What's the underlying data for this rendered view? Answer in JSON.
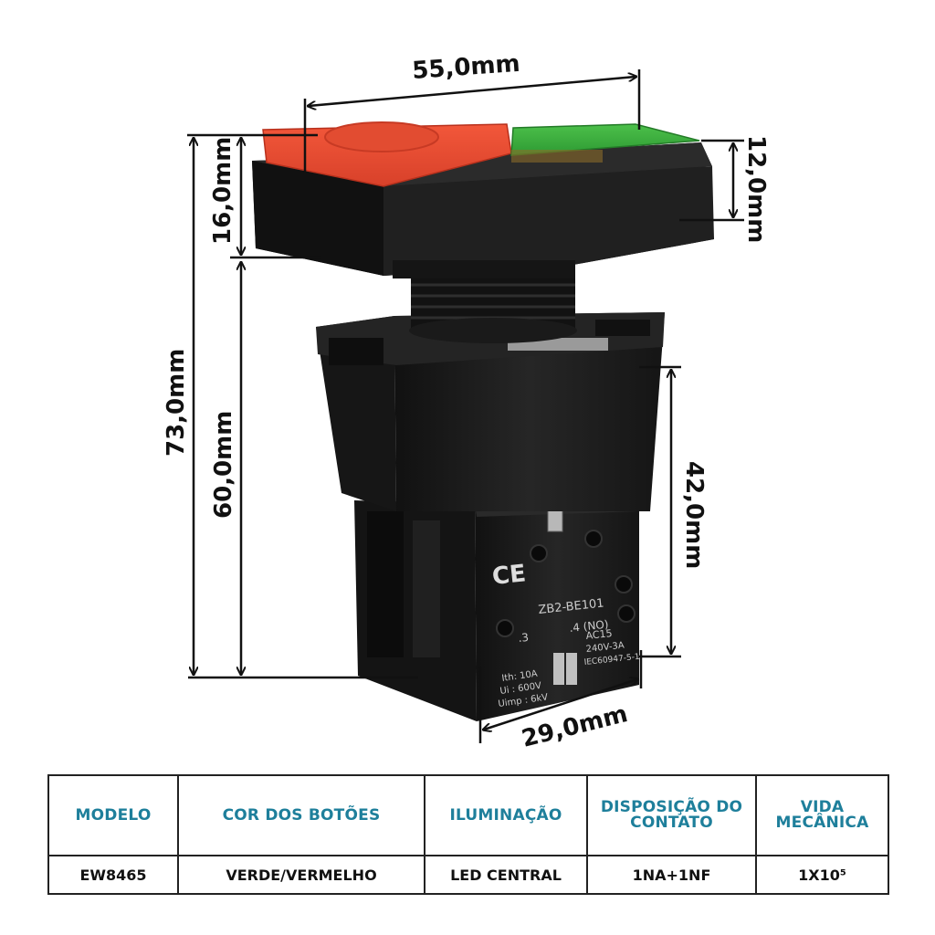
{
  "dimensions": {
    "width_top": "55,0mm",
    "green_height": "12,0mm",
    "head_height": "16,0mm",
    "total_height": "73,0mm",
    "body_height": "60,0mm",
    "block_height": "42,0mm",
    "block_width": "29,0mm"
  },
  "product_markings": {
    "ce": "CE",
    "model": "ZB2-BE101",
    "contact_left": ".3",
    "contact_right": ".4 (NO)",
    "rating_1": "AC15",
    "rating_2": "240V-3A",
    "rating_3": "IEC60947-5-1",
    "spec_1": "Ith: 10A",
    "spec_2": "Ui : 600V",
    "spec_3": "Uimp : 6kV"
  },
  "table": {
    "headers": [
      "MODELO",
      "COR DOS BOTÕES",
      "ILUMINAÇÃO",
      "DISPOSIÇÃO DO CONTATO",
      "VIDA MECÂNICA"
    ],
    "row": [
      "EW8465",
      "VERDE/VERMELHO",
      "LED CENTRAL",
      "1NA+1NF",
      "1X10⁵"
    ]
  },
  "colors": {
    "header_text": "#1e7f9b",
    "red_button": "#e8492e",
    "green_button": "#3fae3a",
    "body": "#1a1a1a"
  }
}
